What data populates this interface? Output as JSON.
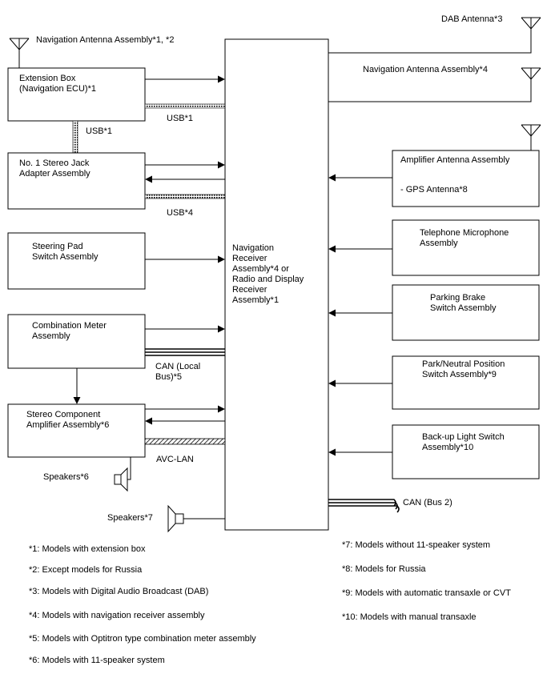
{
  "center": {
    "lines": [
      "Navigation",
      "Receiver",
      "Assembly*4 or",
      "Radio and Display",
      "Receiver",
      "Assembly*1"
    ]
  },
  "antennas": {
    "navigation_left": "Navigation Antenna Assembly*1, *2",
    "dab": "DAB Antenna*3",
    "navigation_right": "Navigation Antenna Assembly*4"
  },
  "left_boxes": {
    "extension_box": [
      "Extension Box",
      "(Navigation ECU)*1"
    ],
    "stereo_jack": [
      "No. 1 Stereo Jack",
      "Adapter Assembly"
    ],
    "steering_pad": [
      "Steering Pad",
      "Switch Assembly"
    ],
    "combination_meter": [
      "Combination Meter",
      "Assembly"
    ],
    "stereo_amplifier": [
      "Stereo Component",
      "Amplifier Assembly*6"
    ]
  },
  "right_boxes": {
    "amplifier_antenna": [
      "Amplifier Antenna Assembly",
      "- GPS Antenna*8"
    ],
    "telephone_mic": [
      "Telephone Microphone",
      "Assembly"
    ],
    "parking_brake": [
      "Parking Brake",
      "Switch Assembly"
    ],
    "park_neutral": [
      "Park/Neutral Position",
      "Switch Assembly*9"
    ],
    "backup_light": [
      "Back-up Light Switch",
      "Assembly*10"
    ]
  },
  "bus_labels": {
    "usb1_horizontal": "USB*1",
    "usb1_vertical": "USB*1",
    "usb4": "USB*4",
    "can_local": [
      "CAN (Local",
      "Bus)*5"
    ],
    "avc_lan": "AVC-LAN",
    "can_bus2": "CAN (Bus 2)"
  },
  "speakers": {
    "speakers6": "Speakers*6",
    "speakers7": "Speakers*7"
  },
  "notes_left": [
    "*1: Models with extension box",
    "*2: Except models for Russia",
    "*3: Models with Digital Audio Broadcast (DAB)",
    "*4: Models with navigation receiver assembly",
    "*5:  Models with Optitron type combination meter assembly",
    "*6: Models with 11-speaker system"
  ],
  "notes_right": [
    "*7: Models without 11-speaker system",
    "*8: Models for Russia",
    "*9: Models with automatic transaxle or CVT",
    "*10: Models with manual transaxle"
  ]
}
